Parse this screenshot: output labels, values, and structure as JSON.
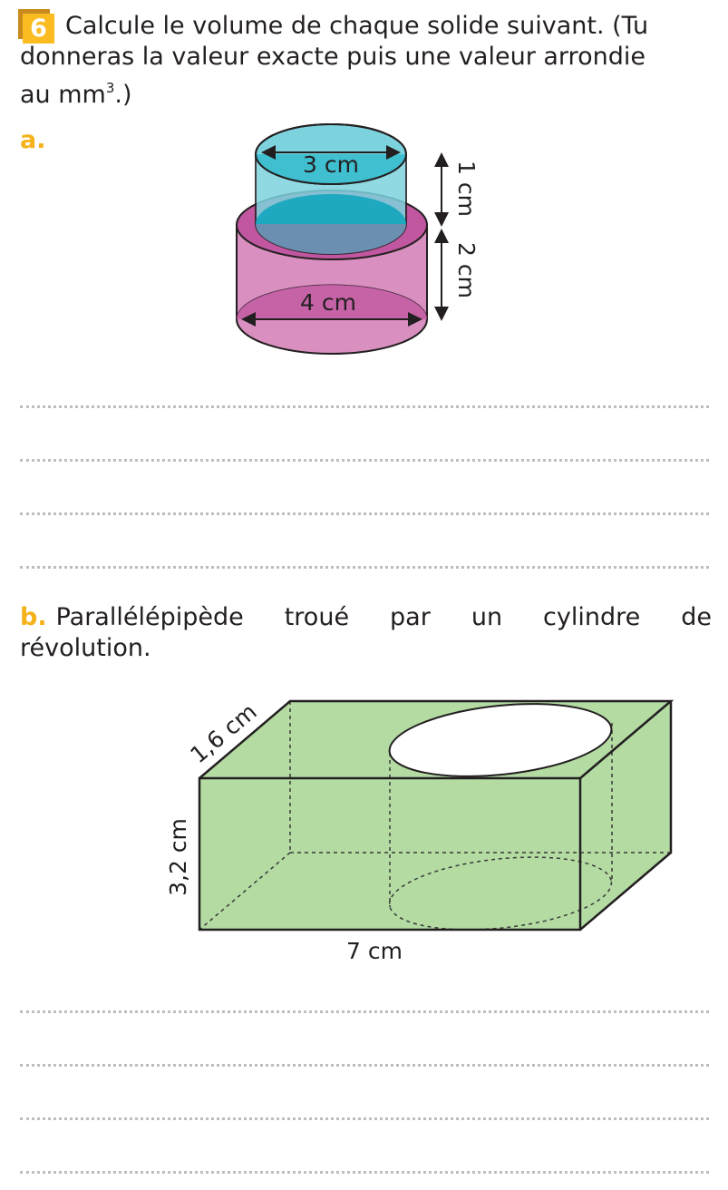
{
  "exercise": {
    "number": "6",
    "instruction_line1": "Calcule le volume de chaque solide suivant. (Tu",
    "instruction_line2": "donneras la valeur exacte puis une valeur arrondie",
    "instruction_line3_pre": "au mm",
    "instruction_line3_sup": "3",
    "instruction_line3_post": ".)"
  },
  "part_a": {
    "label": "a.",
    "figure": {
      "top_diameter": "3 cm",
      "bottom_diameter": "4 cm",
      "top_height": "1 cm",
      "bottom_height": "2 cm"
    },
    "colors": {
      "top": "#7dd3dd",
      "bottom": "#d98fc0",
      "accent": "#fbbc22"
    }
  },
  "part_b": {
    "label": "b.",
    "text_line1": "Parallélépipède troué par un cylindre de",
    "text_line2": "révolution.",
    "figure": {
      "depth": "1,6 cm",
      "height": "3,2 cm",
      "length": "7 cm"
    },
    "colors": {
      "box": "#b3dba2"
    }
  }
}
